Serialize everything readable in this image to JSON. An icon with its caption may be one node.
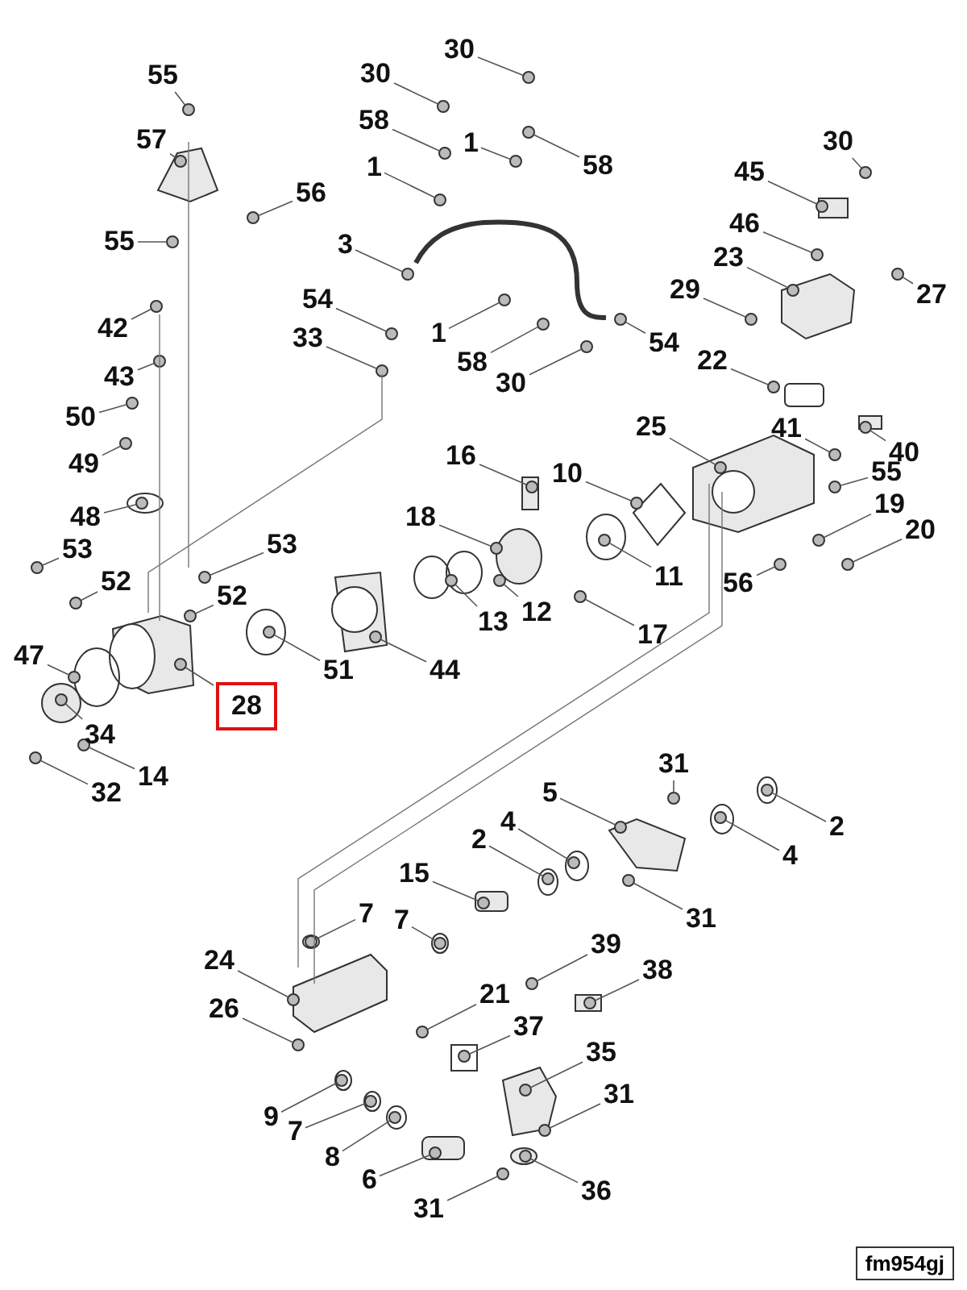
{
  "diagram": {
    "nodes": [
      {
        "text": [
          "55"
        ]
      },
      {
        "text": [
          "57"
        ]
      },
      {
        "text": [
          "56"
        ]
      },
      {
        "text": [
          "55"
        ]
      },
      {
        "text": [
          "42"
        ]
      },
      {
        "text": [
          "43"
        ]
      },
      {
        "text": [
          "50"
        ]
      },
      {
        "text": [
          "49"
        ]
      },
      {
        "text": [
          "48"
        ]
      },
      {
        "text": [
          "53"
        ]
      },
      {
        "text": [
          "52"
        ]
      },
      {
        "text": [
          "53"
        ]
      },
      {
        "text": [
          "52"
        ]
      },
      {
        "text": [
          "47"
        ]
      },
      {
        "text": [
          "34"
        ]
      },
      {
        "text": [
          "32"
        ]
      },
      {
        "text": [
          "14"
        ]
      },
      {
        "text": [
          "28"
        ]
      },
      {
        "text": [
          "51"
        ]
      },
      {
        "text": [
          "44"
        ]
      },
      {
        "text": [
          "30"
        ]
      },
      {
        "text": [
          "58"
        ]
      },
      {
        "text": [
          "1"
        ]
      },
      {
        "text": [
          "3"
        ]
      },
      {
        "text": [
          "54"
        ]
      },
      {
        "text": [
          "33"
        ]
      },
      {
        "text": [
          "30"
        ]
      },
      {
        "text": [
          "1"
        ]
      },
      {
        "text": [
          "58"
        ]
      },
      {
        "text": [
          "1"
        ]
      },
      {
        "text": [
          "58"
        ]
      },
      {
        "text": [
          "30"
        ]
      },
      {
        "text": [
          "54"
        ]
      },
      {
        "text": [
          "30"
        ]
      },
      {
        "text": [
          "45"
        ]
      },
      {
        "text": [
          "46"
        ]
      },
      {
        "text": [
          "23"
        ]
      },
      {
        "text": [
          "29"
        ]
      },
      {
        "text": [
          "27"
        ]
      },
      {
        "text": [
          "22"
        ]
      },
      {
        "text": [
          "41"
        ]
      },
      {
        "text": [
          "40"
        ]
      },
      {
        "text": [
          "25"
        ]
      },
      {
        "text": [
          "55"
        ]
      },
      {
        "text": [
          "19"
        ]
      },
      {
        "text": [
          "20"
        ]
      },
      {
        "text": [
          "16"
        ]
      },
      {
        "text": [
          "10"
        ]
      },
      {
        "text": [
          "18"
        ]
      },
      {
        "text": [
          "11"
        ]
      },
      {
        "text": [
          "12"
        ]
      },
      {
        "text": [
          "13"
        ]
      },
      {
        "text": [
          "17"
        ]
      },
      {
        "text": [
          "56"
        ]
      },
      {
        "text": [
          "31"
        ]
      },
      {
        "text": [
          "5"
        ]
      },
      {
        "text": [
          "4"
        ]
      },
      {
        "text": [
          "2"
        ]
      },
      {
        "text": [
          "15"
        ]
      },
      {
        "text": [
          "7"
        ]
      },
      {
        "text": [
          "7"
        ]
      },
      {
        "text": [
          "24"
        ]
      },
      {
        "text": [
          "26"
        ]
      },
      {
        "text": [
          "21"
        ]
      },
      {
        "text": [
          "39"
        ]
      },
      {
        "text": [
          "38"
        ]
      },
      {
        "text": [
          "37"
        ]
      },
      {
        "text": [
          "35"
        ]
      },
      {
        "text": [
          "31"
        ]
      },
      {
        "text": [
          "9"
        ]
      },
      {
        "text": [
          "7"
        ]
      },
      {
        "text": [
          "8"
        ]
      },
      {
        "text": [
          "6"
        ]
      },
      {
        "text": [
          "31"
        ]
      },
      {
        "text": [
          "36"
        ]
      },
      {
        "text": [
          "2"
        ]
      },
      {
        "text": [
          "4"
        ]
      },
      {
        "text": [
          "31"
        ]
      },
      {
        "text": [],
        "shape": "circle"
      },
      {
        "text": [],
        "shape": "circle"
      },
      {
        "text": [],
        "shape": "circle"
      },
      {
        "text": [],
        "shape": "circle"
      },
      {
        "text": [],
        "shape": "circle"
      },
      {
        "text": [],
        "shape": "circle"
      },
      {
        "text": [],
        "shape": "circle"
      },
      {
        "text": [],
        "shape": "circle"
      },
      {
        "text": [],
        "shape": "circle"
      },
      {
        "text": [],
        "shape": "circle"
      },
      {
        "text": [],
        "shape": "circle"
      },
      {
        "text": [],
        "shape": "circle"
      },
      {
        "text": [],
        "shape": "circle"
      },
      {
        "text": [],
        "shape": "circle"
      },
      {
        "text": [],
        "shape": "circle"
      },
      {
        "text": [],
        "shape": "circle"
      },
      {
        "text": [],
        "shape": "circle"
      },
      {
        "text": [],
        "shape": "circle"
      },
      {
        "text": [],
        "shape": "circle"
      },
      {
        "text": [],
        "shape": "circle"
      },
      {
        "text": [],
        "shape": "circle"
      },
      {
        "text": [],
        "shape": "circle"
      },
      {
        "text": [],
        "shape": "circle"
      },
      {
        "text": [],
        "shape": "circle"
      },
      {
        "text": [],
        "shape": "circle"
      },
      {
        "text": [],
        "shape": "circle"
      },
      {
        "text": [],
        "shape": "circle"
      },
      {
        "text": [],
        "shape": "circle"
      },
      {
        "text": [],
        "shape": "circle"
      },
      {
        "text": [],
        "shape": "circle"
      },
      {
        "text": [],
        "shape": "circle"
      },
      {
        "text": [],
        "shape": "circle"
      },
      {
        "text": [],
        "shape": "circle"
      },
      {
        "text": [],
        "shape": "circle"
      },
      {
        "text": [],
        "shape": "circle"
      },
      {
        "text": [],
        "shape": "circle"
      },
      {
        "text": [],
        "shape": "circle"
      },
      {
        "text": [],
        "shape": "circle"
      },
      {
        "text": [],
        "shape": "circle"
      },
      {
        "text": [],
        "shape": "circle"
      },
      {
        "text": [],
        "shape": "circle"
      },
      {
        "text": [],
        "shape": "circle"
      },
      {
        "text": [],
        "shape": "circle"
      },
      {
        "text": [],
        "shape": "circle"
      },
      {
        "text": [],
        "shape": "circle"
      },
      {
        "text": [],
        "shape": "circle"
      },
      {
        "text": [],
        "shape": "circle"
      },
      {
        "text": [],
        "shape": "circle"
      },
      {
        "text": [],
        "shape": "circle"
      },
      {
        "text": [],
        "shape": "circle"
      },
      {
        "text": [],
        "shape": "circle"
      },
      {
        "text": [],
        "shape": "circle"
      },
      {
        "text": [],
        "shape": "circle"
      },
      {
        "text": [],
        "shape": "circle"
      },
      {
        "text": [],
        "shape": "circle"
      },
      {
        "text": [],
        "shape": "circle"
      },
      {
        "text": [],
        "shape": "circle"
      },
      {
        "text": [],
        "shape": "circle"
      },
      {
        "text": [],
        "shape": "circle"
      },
      {
        "text": [],
        "shape": "circle"
      },
      {
        "text": [],
        "shape": "circle"
      },
      {
        "text": [],
        "shape": "circle"
      },
      {
        "text": [],
        "shape": "circle"
      },
      {
        "text": [],
        "shape": "circle"
      },
      {
        "text": [],
        "shape": "circle"
      },
      {
        "text": [],
        "shape": "circle"
      },
      {
        "text": [],
        "shape": "circle"
      },
      {
        "text": [],
        "shape": "circle"
      },
      {
        "text": [],
        "shape": "circle"
      },
      {
        "text": [],
        "shape": "circle"
      },
      {
        "text": [],
        "shape": "circle"
      },
      {
        "text": [],
        "shape": "circle"
      },
      {
        "text": [],
        "shape": "circle"
      },
      {
        "text": [],
        "shape": "circle"
      },
      {
        "text": [],
        "shape": "circle"
      },
      {
        "text": [],
        "shape": "circle"
      },
      {
        "text": [],
        "shape": "circle"
      },
      {
        "text": [],
        "shape": "circle"
      }
    ],
    "edges": [
      {
        "from": 0,
        "to": 78,
        "arrow": "none"
      },
      {
        "from": 1,
        "to": 79,
        "arrow": "none"
      },
      {
        "from": 2,
        "to": 80,
        "arrow": "none"
      },
      {
        "from": 3,
        "to": 81,
        "arrow": "none"
      },
      {
        "from": 4,
        "to": 82,
        "arrow": "none"
      },
      {
        "from": 5,
        "to": 83,
        "arrow": "none"
      },
      {
        "from": 6,
        "to": 84,
        "arrow": "none"
      },
      {
        "from": 7,
        "to": 85,
        "arrow": "none"
      },
      {
        "from": 8,
        "to": 86,
        "arrow": "none"
      },
      {
        "from": 9,
        "to": 87,
        "arrow": "none"
      },
      {
        "from": 10,
        "to": 88,
        "arrow": "none"
      },
      {
        "from": 11,
        "to": 89,
        "arrow": "none"
      },
      {
        "from": 12,
        "to": 90,
        "arrow": "none"
      },
      {
        "from": 13,
        "to": 91,
        "arrow": "none"
      },
      {
        "from": 14,
        "to": 92,
        "arrow": "none"
      },
      {
        "from": 15,
        "to": 93,
        "arrow": "none"
      },
      {
        "from": 16,
        "to": 94,
        "arrow": "none"
      },
      {
        "from": 17,
        "to": 95,
        "arrow": "none"
      },
      {
        "from": 18,
        "to": 96,
        "arrow": "none"
      },
      {
        "from": 19,
        "to": 97,
        "arrow": "none"
      },
      {
        "from": 20,
        "to": 98,
        "arrow": "none"
      },
      {
        "from": 21,
        "to": 99,
        "arrow": "none"
      },
      {
        "from": 22,
        "to": 100,
        "arrow": "none"
      },
      {
        "from": 23,
        "to": 101,
        "arrow": "none"
      },
      {
        "from": 24,
        "to": 102,
        "arrow": "none"
      },
      {
        "from": 25,
        "to": 103,
        "arrow": "none"
      },
      {
        "from": 26,
        "to": 104,
        "arrow": "none"
      },
      {
        "from": 27,
        "to": 105,
        "arrow": "none"
      },
      {
        "from": 28,
        "to": 106,
        "arrow": "none"
      },
      {
        "from": 29,
        "to": 107,
        "arrow": "none"
      },
      {
        "from": 30,
        "to": 108,
        "arrow": "none"
      },
      {
        "from": 31,
        "to": 109,
        "arrow": "none"
      },
      {
        "from": 32,
        "to": 110,
        "arrow": "none"
      },
      {
        "from": 33,
        "to": 111,
        "arrow": "none"
      },
      {
        "from": 34,
        "to": 112,
        "arrow": "none"
      },
      {
        "from": 35,
        "to": 113,
        "arrow": "none"
      },
      {
        "from": 36,
        "to": 114,
        "arrow": "none"
      },
      {
        "from": 37,
        "to": 115,
        "arrow": "none"
      },
      {
        "from": 38,
        "to": 116,
        "arrow": "none"
      },
      {
        "from": 39,
        "to": 117,
        "arrow": "none"
      },
      {
        "from": 40,
        "to": 118,
        "arrow": "none"
      },
      {
        "from": 41,
        "to": 119,
        "arrow": "none"
      },
      {
        "from": 42,
        "to": 120,
        "arrow": "none"
      },
      {
        "from": 43,
        "to": 121,
        "arrow": "none"
      },
      {
        "from": 44,
        "to": 122,
        "arrow": "none"
      },
      {
        "from": 45,
        "to": 123,
        "arrow": "none"
      },
      {
        "from": 46,
        "to": 124,
        "arrow": "none"
      },
      {
        "from": 47,
        "to": 125,
        "arrow": "none"
      },
      {
        "from": 48,
        "to": 126,
        "arrow": "none"
      },
      {
        "from": 49,
        "to": 127,
        "arrow": "none"
      },
      {
        "from": 50,
        "to": 128,
        "arrow": "none"
      },
      {
        "from": 51,
        "to": 129,
        "arrow": "none"
      },
      {
        "from": 52,
        "to": 130,
        "arrow": "none"
      },
      {
        "from": 53,
        "to": 131,
        "arrow": "none"
      },
      {
        "from": 54,
        "to": 132,
        "arrow": "none"
      },
      {
        "from": 55,
        "to": 133,
        "arrow": "none"
      },
      {
        "from": 56,
        "to": 134,
        "arrow": "none"
      },
      {
        "from": 57,
        "to": 135,
        "arrow": "none"
      },
      {
        "from": 58,
        "to": 136,
        "arrow": "none"
      },
      {
        "from": 59,
        "to": 137,
        "arrow": "none"
      },
      {
        "from": 60,
        "to": 138,
        "arrow": "none"
      },
      {
        "from": 61,
        "to": 139,
        "arrow": "none"
      },
      {
        "from": 62,
        "to": 140,
        "arrow": "none"
      },
      {
        "from": 63,
        "to": 141,
        "arrow": "none"
      },
      {
        "from": 64,
        "to": 142,
        "arrow": "none"
      },
      {
        "from": 65,
        "to": 143,
        "arrow": "none"
      },
      {
        "from": 66,
        "to": 144,
        "arrow": "none"
      },
      {
        "from": 67,
        "to": 145,
        "arrow": "none"
      },
      {
        "from": 68,
        "to": 146,
        "arrow": "none"
      },
      {
        "from": 69,
        "to": 147,
        "arrow": "none"
      },
      {
        "from": 70,
        "to": 148,
        "arrow": "none"
      },
      {
        "from": 71,
        "to": 149,
        "arrow": "none"
      },
      {
        "from": 72,
        "to": 150,
        "arrow": "none"
      },
      {
        "from": 73,
        "to": 151,
        "arrow": "none"
      },
      {
        "from": 74,
        "to": 152,
        "arrow": "none"
      },
      {
        "from": 75,
        "to": 153,
        "arrow": "none"
      },
      {
        "from": 76,
        "to": 154,
        "arrow": "none"
      },
      {
        "from": 77,
        "to": 155,
        "arrow": "none"
      }
    ],
    "labels": [
      "fm954gj"
    ]
  }
}
